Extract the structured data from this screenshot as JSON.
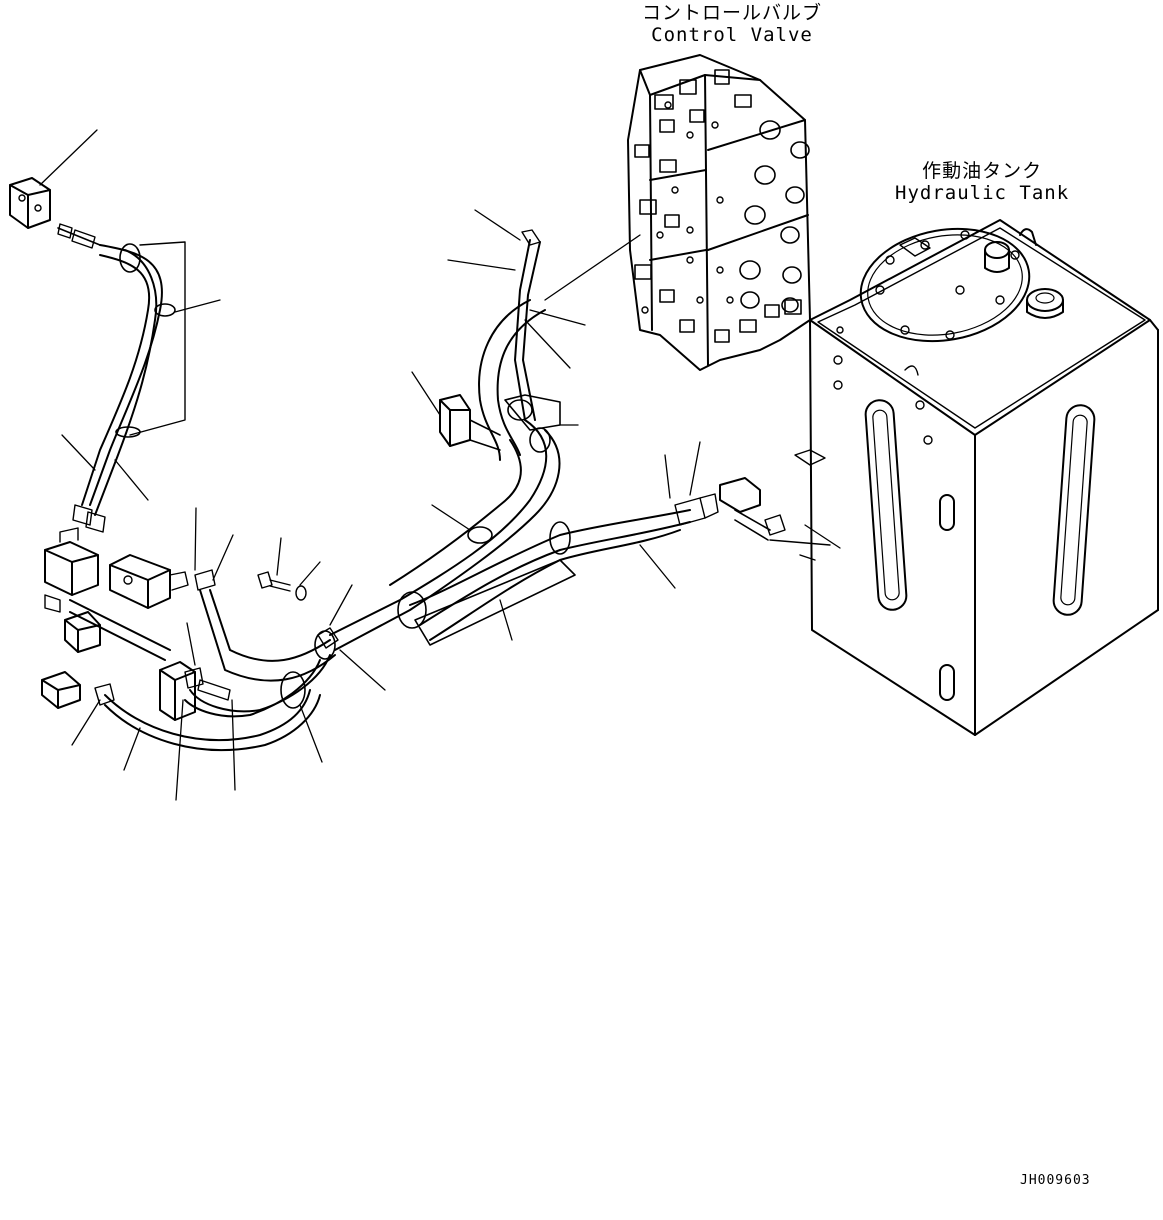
{
  "labels": {
    "control_valve_jp": "コントロールバルブ",
    "control_valve_en": "Control Valve",
    "hydraulic_tank_jp": "作動油タンク",
    "hydraulic_tank_en": "Hydraulic Tank"
  },
  "drawing_code": "JH009603",
  "colors": {
    "ink": "#000000",
    "paper": "#ffffff"
  }
}
